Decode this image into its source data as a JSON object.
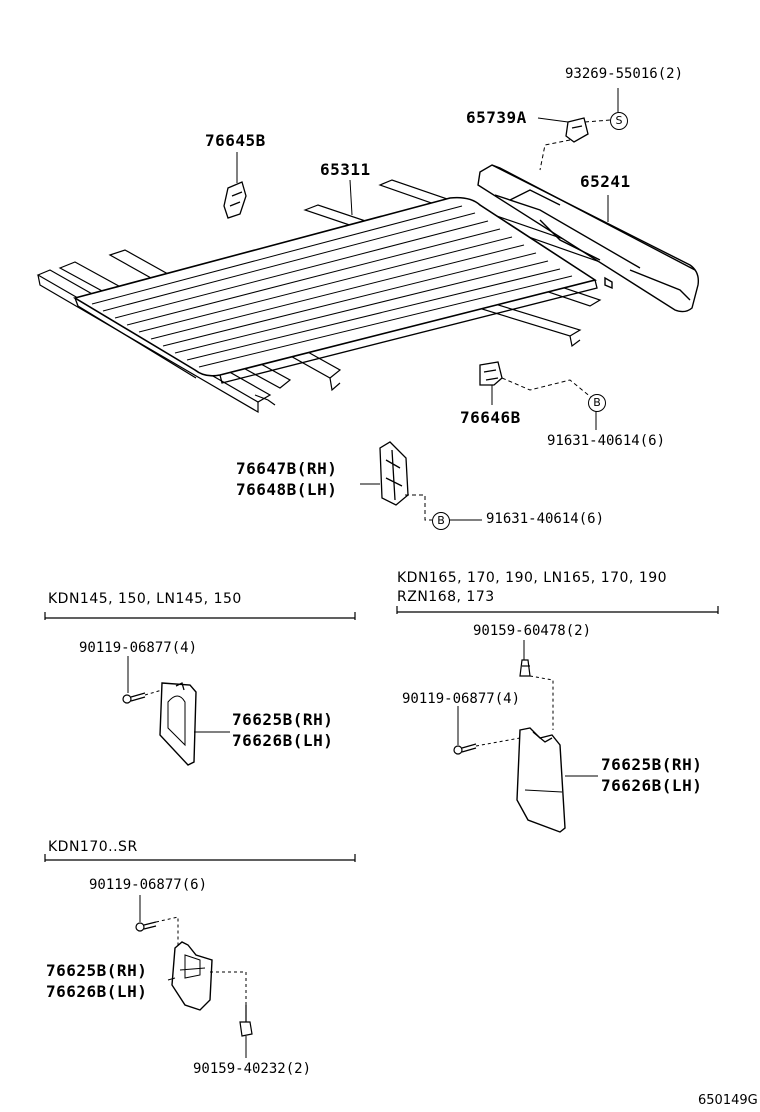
{
  "parts": {
    "p93269": "93269-55016(2)",
    "p65739A": "65739A",
    "p76645B": "76645B",
    "p65311": "65311",
    "p65241": "65241",
    "p76646B": "76646B",
    "p91631a": "91631-40614(6)",
    "p76647B": "76647B(RH)",
    "p76648B": "76648B(LH)",
    "p91631b": "91631-40614(6)"
  },
  "callouts": {
    "s": "S",
    "b": "B"
  },
  "section_left": {
    "title": "KDN145, 150, LN145, 150",
    "bolt": "90119-06877(4)",
    "rh": "76625B(RH)",
    "lh": "76626B(LH)"
  },
  "section_right": {
    "title_line1": "KDN165, 170, 190, LN165, 170, 190",
    "title_line2": "RZN168, 173",
    "screw": "90159-60478(2)",
    "bolt": "90119-06877(4)",
    "rh": "76625B(RH)",
    "lh": "76626B(LH)"
  },
  "section_bottom": {
    "title": "KDN170..SR",
    "bolt": "90119-06877(6)",
    "rh": "76625B(RH)",
    "lh": "76626B(LH)",
    "screw": "90159-40232(2)"
  },
  "figure_code": "650149G"
}
